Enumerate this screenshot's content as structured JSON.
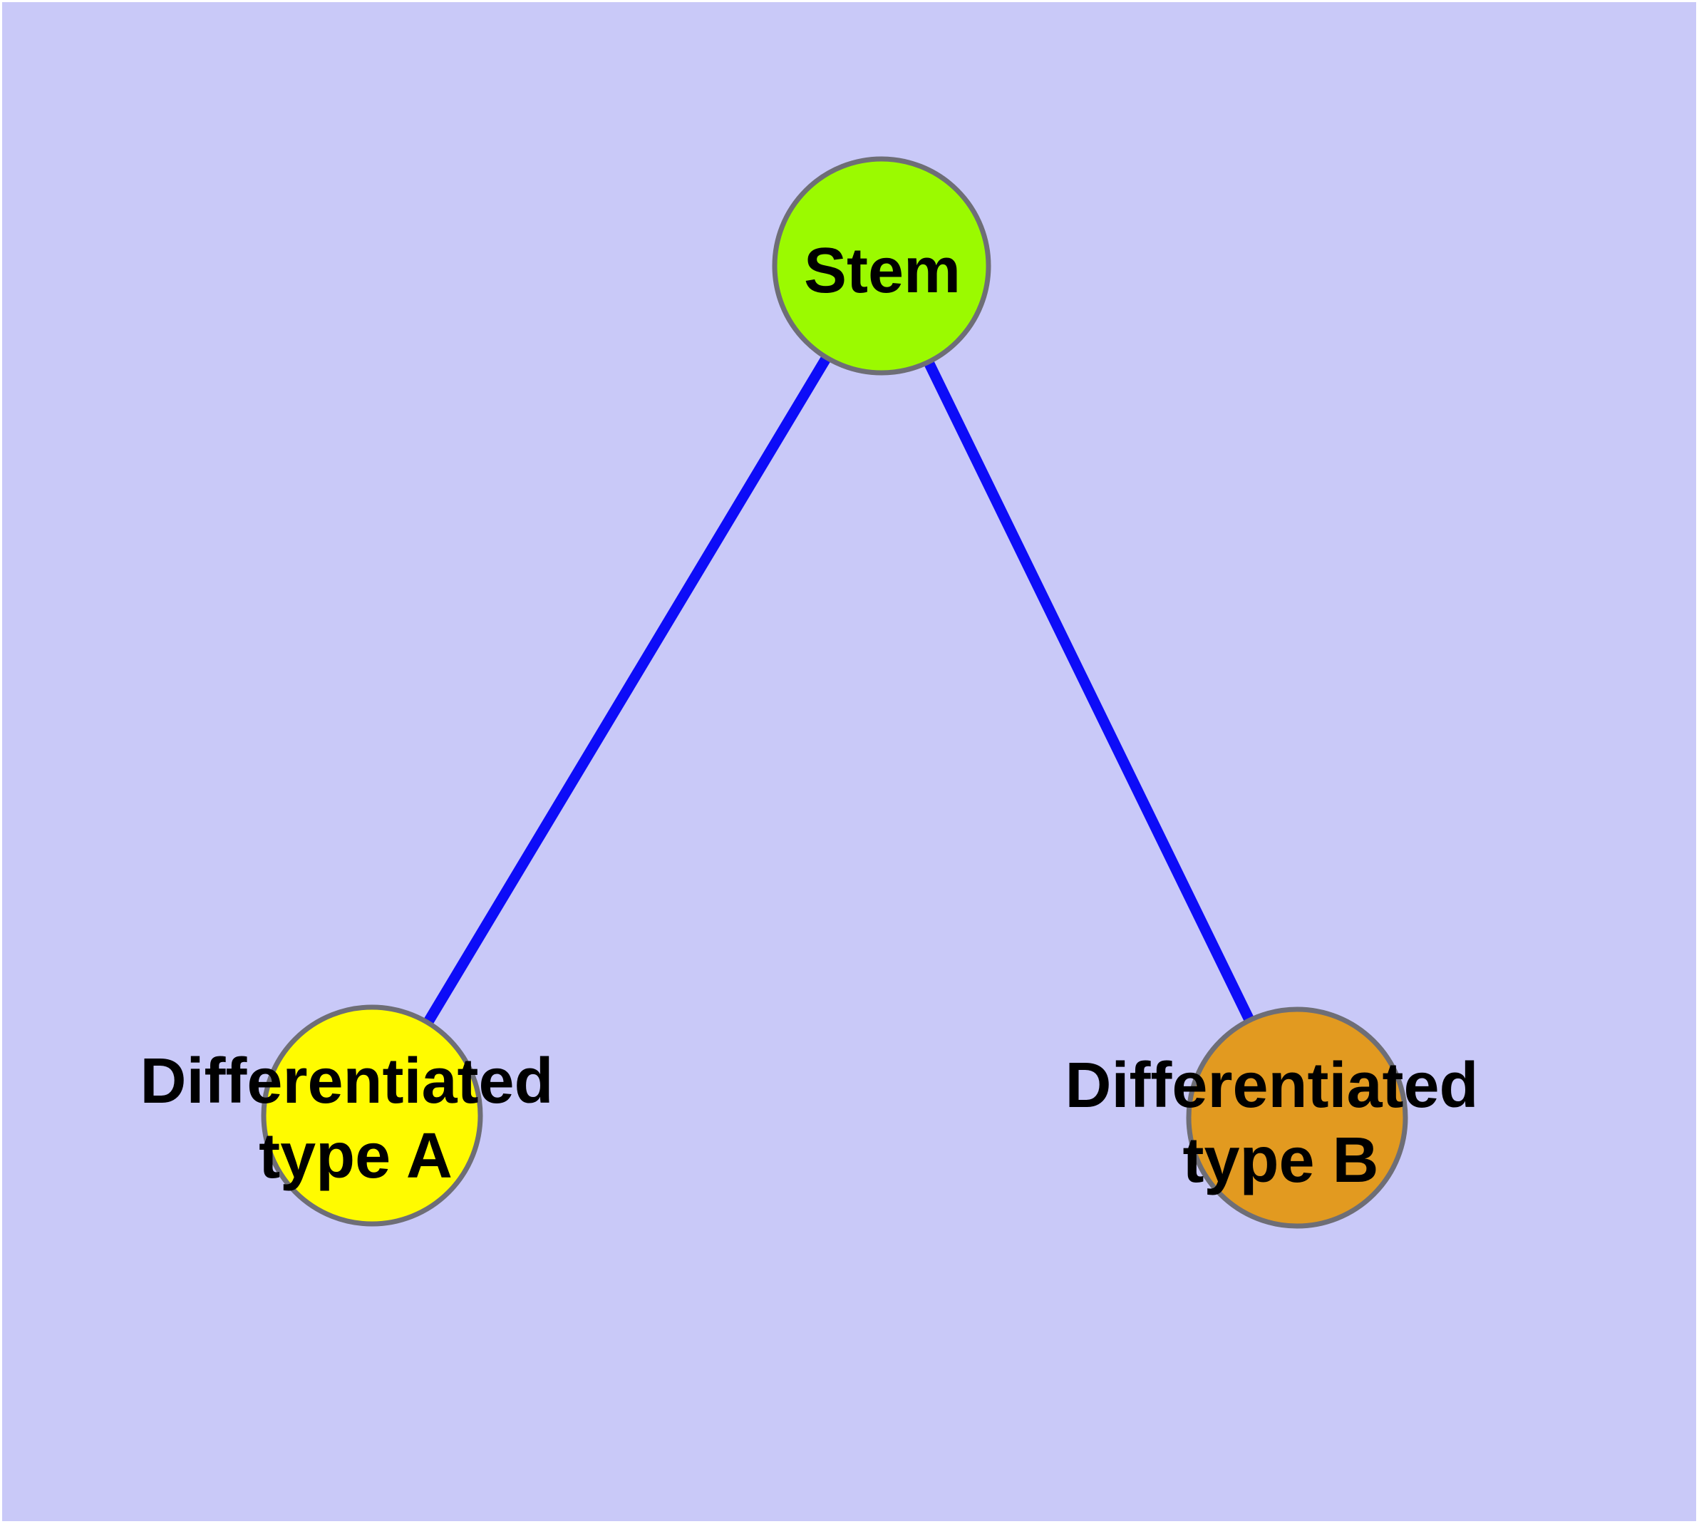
{
  "diagram": {
    "background_color": "#c9c9f8",
    "frame_color": "#ffffff",
    "edge_color": "#0d0cf8",
    "node_border_color": "#6e6e76",
    "label_color": "#000000",
    "nodes": [
      {
        "id": "stem",
        "label": "Stem",
        "color": "#9bfa00"
      },
      {
        "id": "type-a",
        "label_line1": "Differentiated",
        "label_line2": "type A",
        "color": "#fffb00"
      },
      {
        "id": "type-b",
        "label_line1": "Differentiated",
        "label_line2": "type B",
        "color": "#e29a20"
      }
    ],
    "edges": [
      {
        "from": "Stem",
        "to": "Differentiated type A"
      },
      {
        "from": "Stem",
        "to": "Differentiated type B"
      }
    ]
  }
}
